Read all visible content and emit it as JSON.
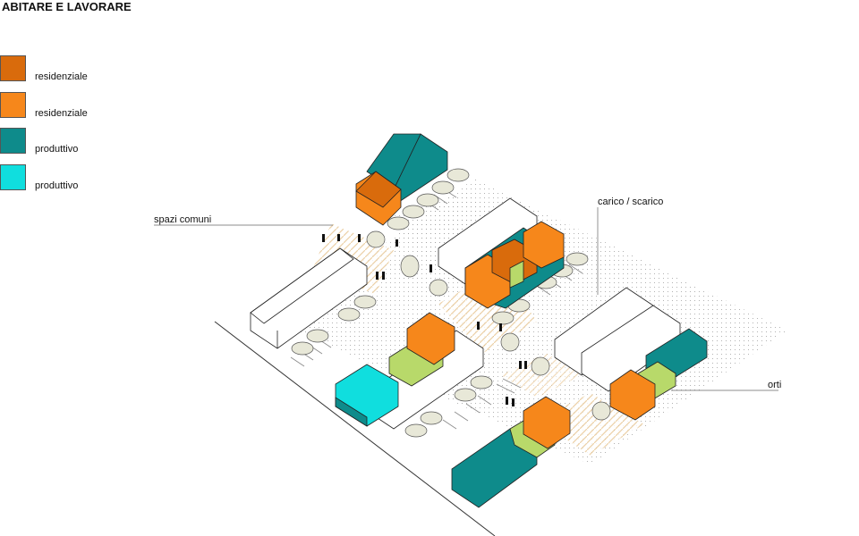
{
  "title": "ABITARE E LAVORARE",
  "legend": [
    {
      "label": "residenziale",
      "color": "#d96b0c"
    },
    {
      "label": "residenziale",
      "color": "#f6871b"
    },
    {
      "label": "produttivo",
      "color": "#0e8b8b"
    },
    {
      "label": "produttivo",
      "color": "#10dede"
    }
  ],
  "callouts": {
    "spazi_comuni": "spazi comuni",
    "carico_scarico": "carico / scarico",
    "orti": "orti"
  },
  "colors": {
    "residenziale_dark": "#d96b0c",
    "residenziale_light": "#f6871b",
    "produttivo_dark": "#0e8b8b",
    "produttivo_light": "#10dede",
    "orti_green": "#b8d96a",
    "paving": "#efd9b0"
  }
}
